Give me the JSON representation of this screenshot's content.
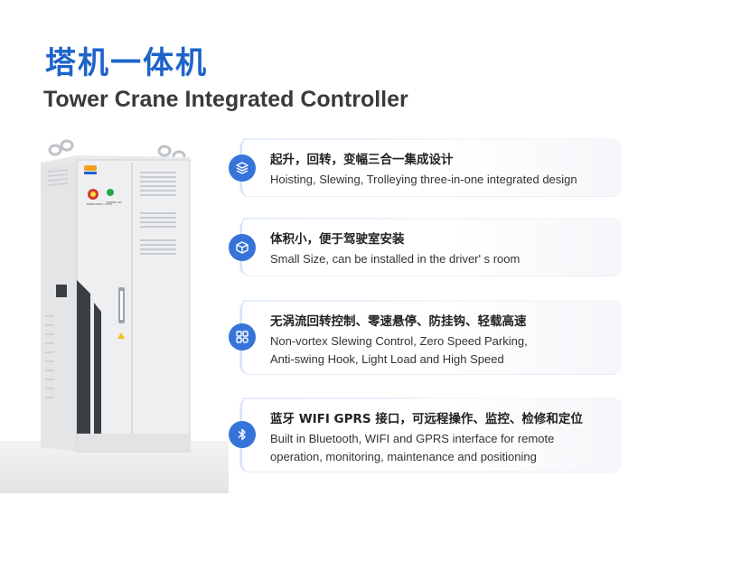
{
  "header": {
    "title_cn": "塔机一体机",
    "title_en": "Tower Crane Integrated Controller"
  },
  "product": {
    "brand_mark": "logo",
    "button_labels": [
      "EMERGENCY STOP",
      "POWER ON"
    ]
  },
  "features": [
    {
      "icon": "layers-icon",
      "title": "起升，回转，变幅三合一集成设计",
      "desc_lines": [
        "Hoisting, Slewing, Trolleying three-in-one integrated design"
      ]
    },
    {
      "icon": "cube-icon",
      "title": "体积小，便于驾驶室安装",
      "desc_lines": [
        "Small Size, can be installed in the driver' s room"
      ]
    },
    {
      "icon": "apps-grid-icon",
      "title": "无涡流回转控制、零速悬停、防挂钩、轻载高速",
      "desc_lines": [
        "Non-vortex Slewing Control, Zero Speed Parking,",
        "Anti-swing Hook, Light Load and High Speed"
      ]
    },
    {
      "icon": "bluetooth-icon",
      "title": "蓝牙 WIFI GPRS 接口，可远程操作、监控、检修和定位",
      "desc_lines": [
        "Built in Bluetooth, WIFI and GPRS interface for remote",
        "operation, monitoring, maintenance and positioning"
      ]
    }
  ],
  "colors": {
    "accent": "#3674d9",
    "title_blue": "#1d63c8",
    "title_dark": "#3a3a3a"
  }
}
